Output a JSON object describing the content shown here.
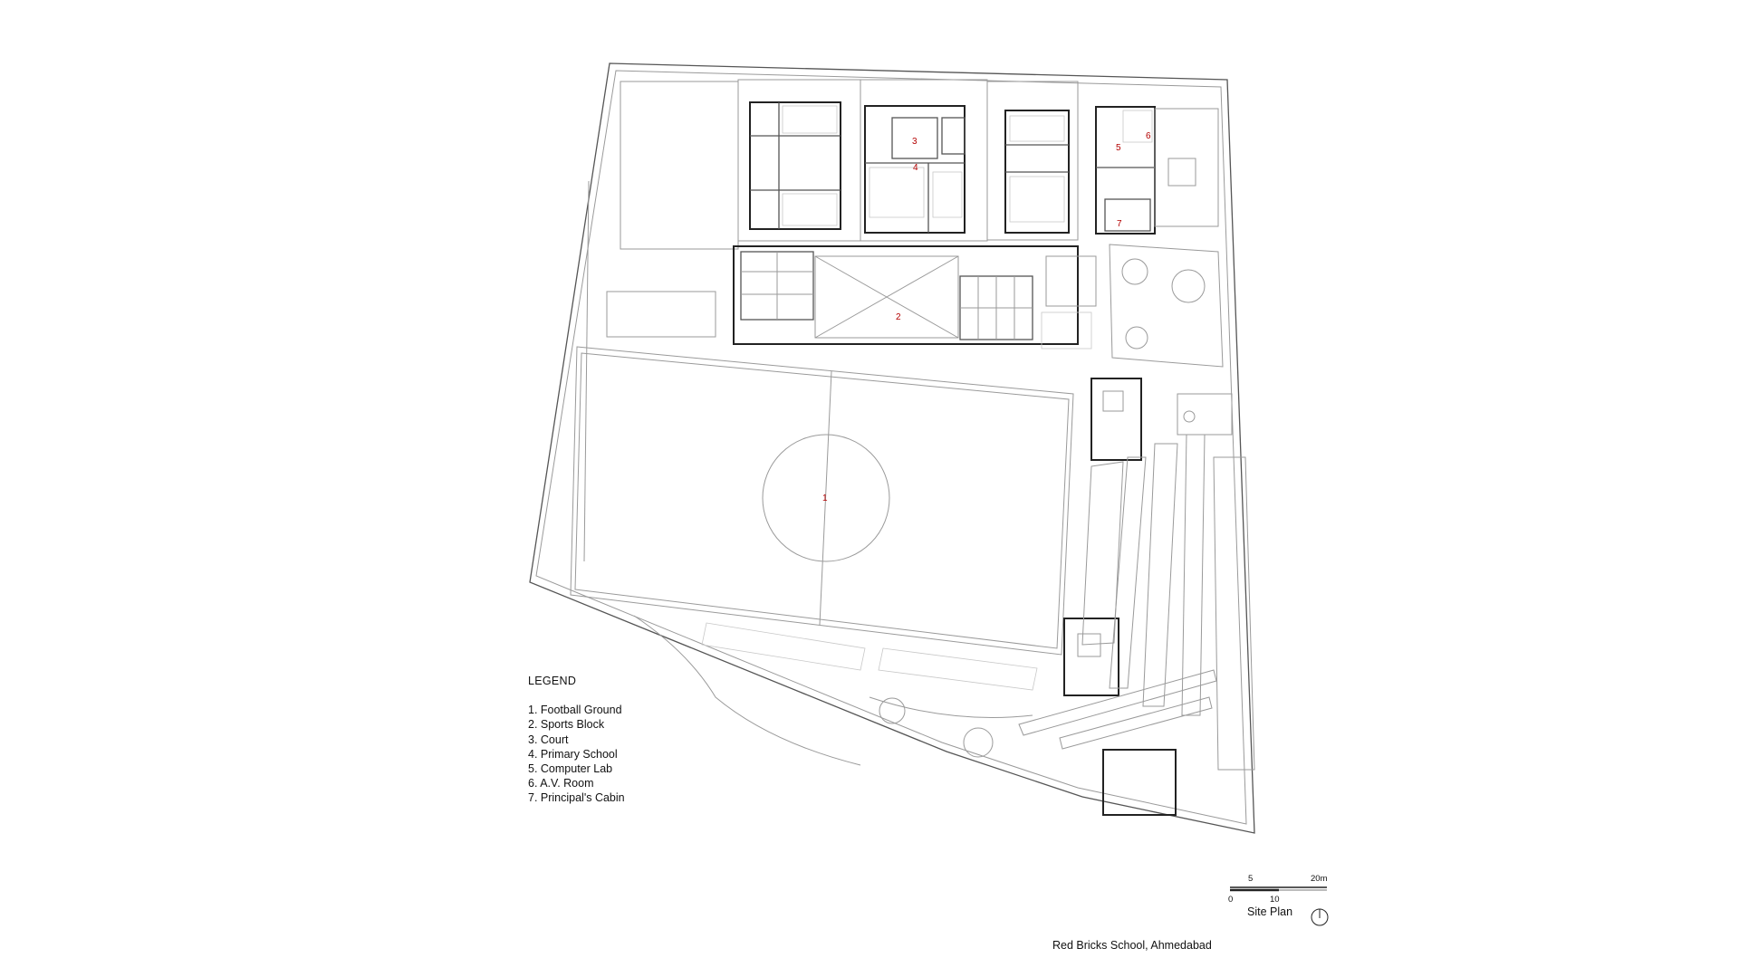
{
  "legend": {
    "title": "LEGEND",
    "items": [
      "1. Football Ground",
      "2. Sports Block",
      "3. Court",
      "4. Primary School",
      "5. Computer Lab",
      "6. A.V. Room",
      "7. Principal's Cabin"
    ]
  },
  "plan_labels": {
    "football_ground": "1",
    "sports_block": "2",
    "court": "3",
    "primary_school": "4",
    "computer_lab": "5",
    "av_room": "6",
    "principals_cabin": "7"
  },
  "scale_bar": {
    "tick_0": "0",
    "tick_5": "5",
    "tick_10": "10",
    "tick_20": "20m"
  },
  "drawing_title": "Site Plan",
  "caption": "Red Bricks School, Ahmedabad",
  "colors": {
    "line": "#222222",
    "label": "#b30000",
    "background": "#ffffff"
  }
}
